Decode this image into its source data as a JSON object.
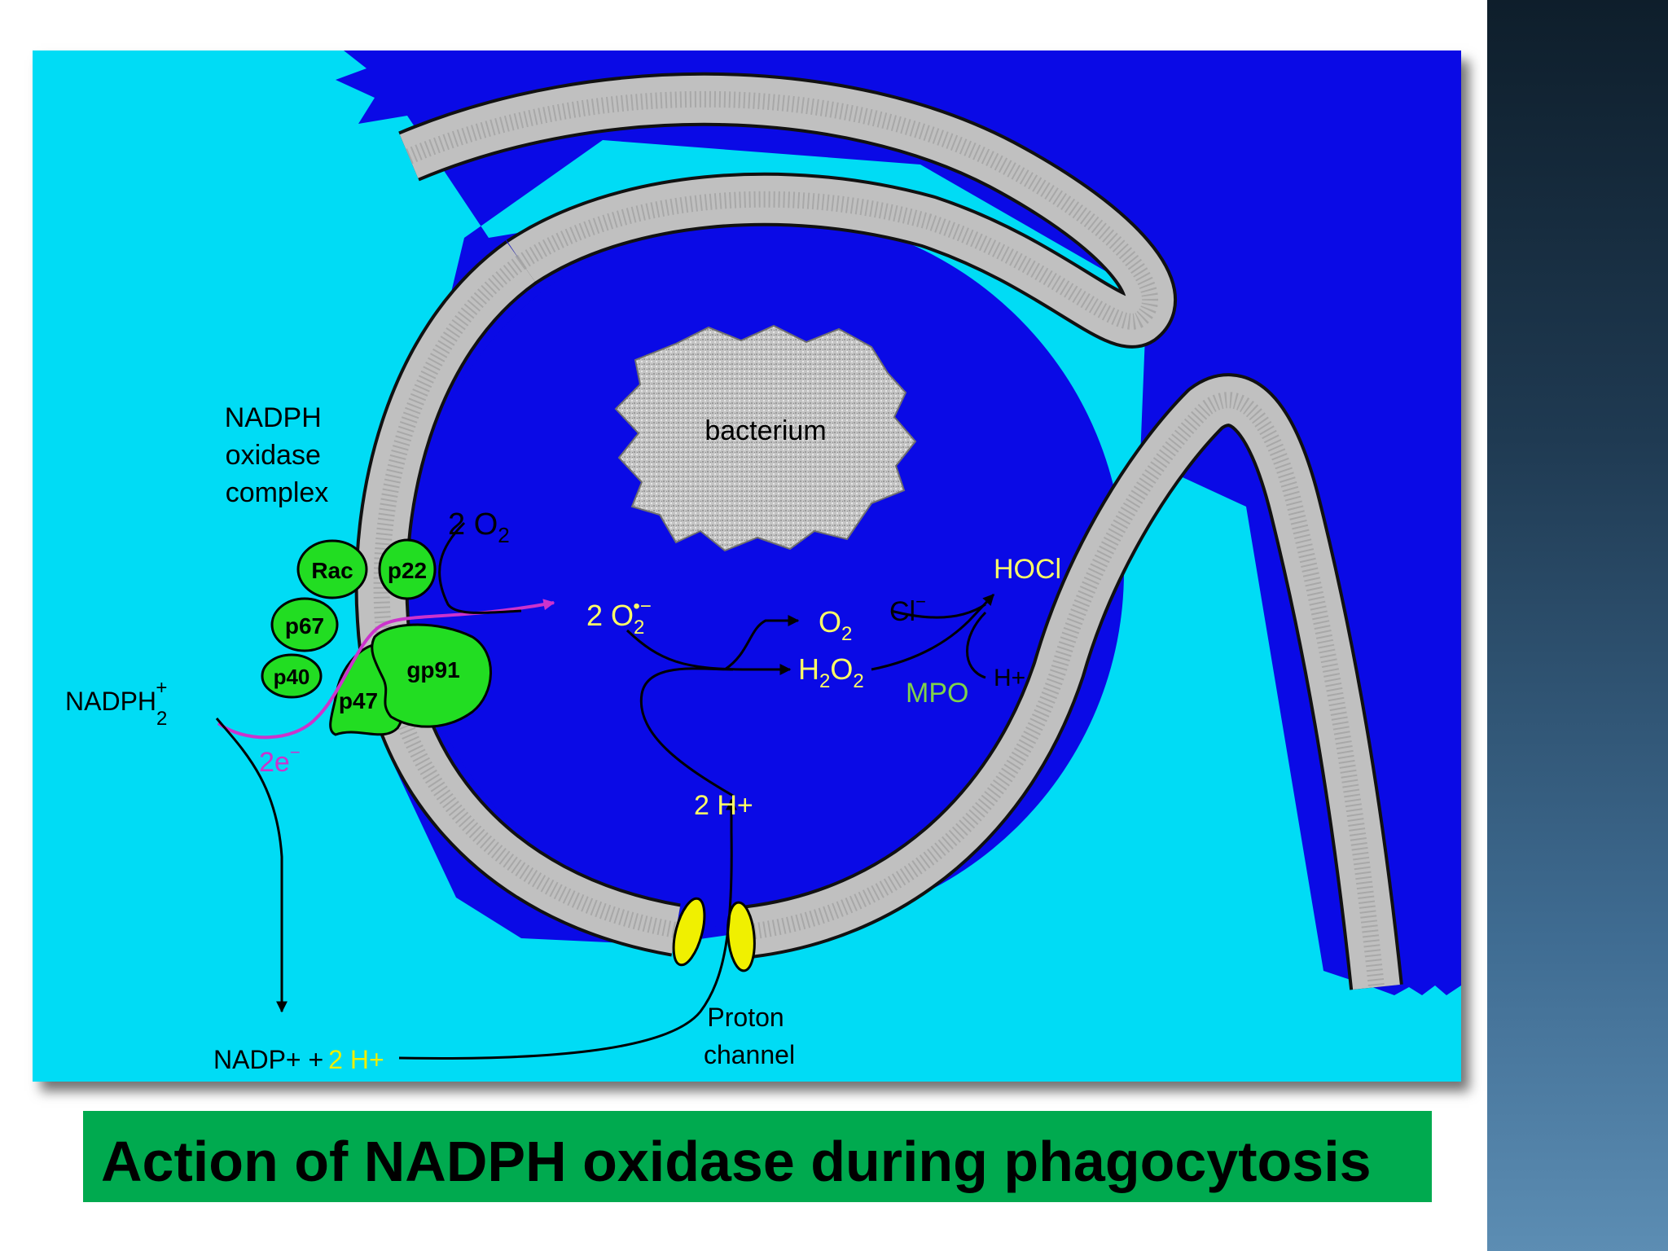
{
  "caption": "Action of NADPH oxidase during phagocytosis",
  "colors": {
    "cytoplasm": "#00dcf5",
    "phagosome_lumen": "#0a0ae6",
    "membrane": "#c0c0c0",
    "protein": "#22dd22",
    "ion_channel": "#f0f000",
    "text_yellow": "#ffff66",
    "electron_path": "#cc33cc",
    "caption_bar": "#00aa4f"
  },
  "labels": {
    "complex_title": [
      "NADPH",
      "oxidase",
      "complex"
    ],
    "bacterium": "bacterium",
    "rac": "Rac",
    "p22": "p22",
    "p67": "p67",
    "p40": "p40",
    "p47": "p47",
    "gp91": "gp91",
    "two_o2": "2 O",
    "two_o2_sub": "2",
    "superoxide": "2 O",
    "superoxide_sub": "2",
    "superoxide_sup": "•−",
    "o2": "O",
    "o2_sub": "2",
    "cl": "Cl",
    "cl_sup": "−",
    "hocl": "HOCl",
    "h2o2_h": "H",
    "h2o2_sub1": "2",
    "h2o2_o": "O",
    "h2o2_sub2": "2",
    "mpo": "MPO",
    "h_plus": "H+",
    "two_h_plus": "2 H+",
    "nadph": "NADPH",
    "nadph_sub": "2",
    "nadph_sup": "+",
    "two_e": "2e",
    "two_e_sup": "−",
    "nadp": "NADP+ +",
    "two_h_yellow": "2 H+",
    "proton_channel": [
      "Proton",
      "channel"
    ]
  }
}
